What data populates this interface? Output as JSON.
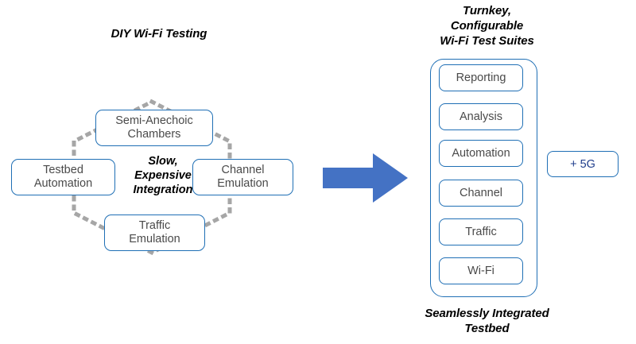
{
  "diagram": {
    "background_color": "#FFFFFF",
    "accent_colors": {
      "box_border": "#1F6FB5",
      "arrow_fill": "#4472C4",
      "box_text": "#4A4A4A",
      "heading_text": "#000000",
      "fiveg_text": "#1F3D8C",
      "connector_dots": "#A6A6A6"
    },
    "left_section": {
      "title": "DIY Wi-Fi Testing",
      "center_label": "Slow,\nExpensive\nIntegration",
      "nodes": [
        {
          "id": "semi-anechoic",
          "label": "Semi-Anechoic\nChambers"
        },
        {
          "id": "testbed",
          "label": "Testbed\nAutomation"
        },
        {
          "id": "channel-emulation",
          "label": "Channel\nEmulation"
        },
        {
          "id": "traffic-emulation",
          "label": "Traffic\nEmulation"
        }
      ],
      "connector_style": "dotted-hexagon"
    },
    "arrow": {
      "name": "right-arrow",
      "direction": "right",
      "fill": "#4472C4"
    },
    "right_section": {
      "title": "Turnkey,\nConfigurable\nWi-Fi Test Suites",
      "caption": "Seamlessly Integrated\nTestbed",
      "suite_items": [
        {
          "label": "Reporting"
        },
        {
          "label": "Analysis"
        },
        {
          "label": "Automation"
        },
        {
          "label": "Channel"
        },
        {
          "label": "Traffic"
        },
        {
          "label": "Wi-Fi"
        }
      ],
      "addon": {
        "label": "+ 5G"
      }
    }
  }
}
